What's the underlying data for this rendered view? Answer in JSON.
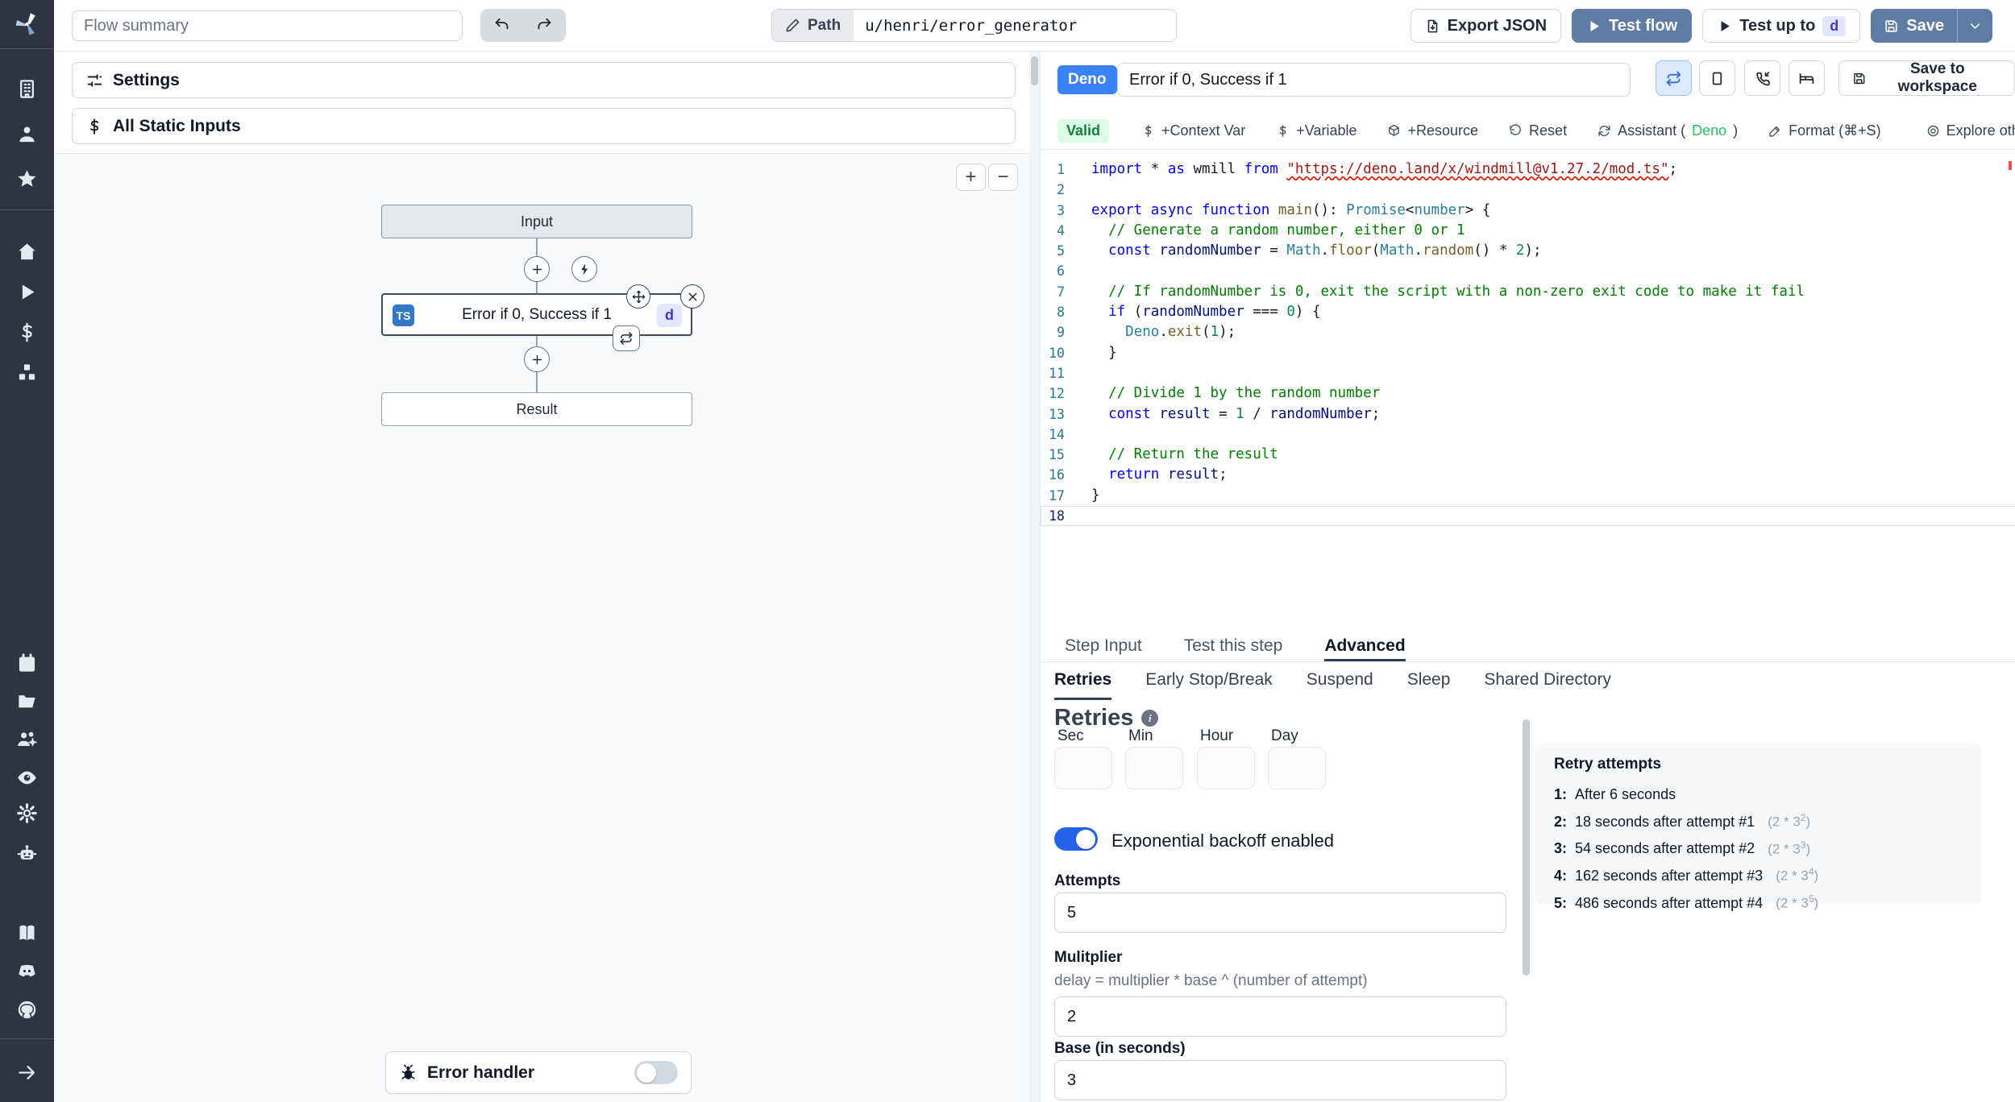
{
  "sidebar": {
    "icons": [
      "building",
      "user",
      "star",
      "home",
      "play",
      "dollar",
      "cubes",
      "calendar",
      "folder",
      "user-group",
      "eye",
      "gear",
      "robot",
      "book",
      "discord",
      "github",
      "arrow-right"
    ]
  },
  "topbar": {
    "flow_summary_placeholder": "Flow summary",
    "path_label": "Path",
    "path_value": "u/henri/error_generator",
    "export_json": "Export JSON",
    "test_flow": "Test flow",
    "test_up_to": "Test up to",
    "test_up_to_badge": "d",
    "save": "Save"
  },
  "left": {
    "settings_label": "Settings",
    "static_inputs_label": "All Static Inputs",
    "zoom_in": "+",
    "zoom_out": "−"
  },
  "flow": {
    "input_label": "Input",
    "step_lang": "TS",
    "step_title": "Error if 0, Success if 1",
    "step_badge": "d",
    "result_label": "Result",
    "error_handler_label": "Error handler"
  },
  "right": {
    "lang_badge": "Deno",
    "step_name": "Error if 0, Success if 1",
    "save_to_workspace": "Save to workspace",
    "valid": "Valid",
    "toolbar": {
      "items": [
        {
          "label": "+Context Var"
        },
        {
          "label": "+Variable"
        },
        {
          "label": "+Resource"
        },
        {
          "label": "Reset"
        },
        {
          "pre": "Assistant (",
          "accent": "Deno",
          "post": ")"
        },
        {
          "label": "Format (⌘+S)"
        },
        {
          "label": "Explore other s"
        }
      ]
    },
    "editor": {
      "lines": [
        [
          [
            "kw",
            "import"
          ],
          [
            "def",
            " * "
          ],
          [
            "kw",
            "as"
          ],
          [
            "def",
            " wmill "
          ],
          [
            "kw",
            "from"
          ],
          [
            "def",
            " "
          ],
          [
            "str sq",
            "\"https://deno.land/x/windmill@v1.27.2/mod.ts\""
          ],
          [
            "def",
            ";"
          ]
        ],
        [],
        [
          [
            "kw",
            "export"
          ],
          [
            "def",
            " "
          ],
          [
            "kw",
            "async"
          ],
          [
            "def",
            " "
          ],
          [
            "kw",
            "function"
          ],
          [
            "def",
            " "
          ],
          [
            "fn",
            "main"
          ],
          [
            "def",
            "(): "
          ],
          [
            "type",
            "Promise"
          ],
          [
            "def",
            "<"
          ],
          [
            "type",
            "number"
          ],
          [
            "def",
            "> {"
          ]
        ],
        [
          [
            "def",
            "  "
          ],
          [
            "com",
            "// Generate a random number, either 0 or 1"
          ]
        ],
        [
          [
            "def",
            "  "
          ],
          [
            "kw",
            "const"
          ],
          [
            "def",
            " "
          ],
          [
            "var",
            "randomNumber"
          ],
          [
            "def",
            " = "
          ],
          [
            "type",
            "Math"
          ],
          [
            "def",
            "."
          ],
          [
            "fn",
            "floor"
          ],
          [
            "def",
            "("
          ],
          [
            "type",
            "Math"
          ],
          [
            "def",
            "."
          ],
          [
            "fn",
            "random"
          ],
          [
            "def",
            "() * "
          ],
          [
            "num",
            "2"
          ],
          [
            "def",
            ");"
          ]
        ],
        [],
        [
          [
            "def",
            "  "
          ],
          [
            "com",
            "// If randomNumber is 0, exit the script with a non-zero exit code to make it fail"
          ]
        ],
        [
          [
            "def",
            "  "
          ],
          [
            "kw",
            "if"
          ],
          [
            "def",
            " ("
          ],
          [
            "var",
            "randomNumber"
          ],
          [
            "def",
            " === "
          ],
          [
            "num",
            "0"
          ],
          [
            "def",
            ") {"
          ]
        ],
        [
          [
            "def",
            "    "
          ],
          [
            "type",
            "Deno"
          ],
          [
            "def",
            "."
          ],
          [
            "fn",
            "exit"
          ],
          [
            "def",
            "("
          ],
          [
            "num",
            "1"
          ],
          [
            "def",
            ");"
          ]
        ],
        [
          [
            "def",
            "  }"
          ]
        ],
        [],
        [
          [
            "def",
            "  "
          ],
          [
            "com",
            "// Divide 1 by the random number"
          ]
        ],
        [
          [
            "def",
            "  "
          ],
          [
            "kw",
            "const"
          ],
          [
            "def",
            " "
          ],
          [
            "var",
            "result"
          ],
          [
            "def",
            " = "
          ],
          [
            "num",
            "1"
          ],
          [
            "def",
            " / "
          ],
          [
            "var",
            "randomNumber"
          ],
          [
            "def",
            ";"
          ]
        ],
        [],
        [
          [
            "def",
            "  "
          ],
          [
            "com",
            "// Return the result"
          ]
        ],
        [
          [
            "def",
            "  "
          ],
          [
            "kw",
            "return"
          ],
          [
            "def",
            " "
          ],
          [
            "var",
            "result"
          ],
          [
            "def",
            ";"
          ]
        ],
        [
          [
            "def",
            "}"
          ]
        ],
        []
      ]
    },
    "tabs": [
      "Step Input",
      "Test this step",
      "Advanced"
    ],
    "subtabs": [
      "Retries",
      "Early Stop/Break",
      "Suspend",
      "Sleep",
      "Shared Directory"
    ],
    "retries": {
      "title": "Retries",
      "time_labels": [
        "Sec",
        "Min",
        "Hour",
        "Day"
      ],
      "backoff_label": "Exponential backoff enabled",
      "attempts_label": "Attempts",
      "attempts_value": "5",
      "multiplier_label": "Mulitplier",
      "multiplier_help": "delay = multiplier * base ^ (number of attempt)",
      "multiplier_value": "2",
      "base_label": "Base (in seconds)",
      "base_value": "3"
    },
    "retry_box": {
      "title": "Retry attempts",
      "items": [
        {
          "n": "1:",
          "text": "After 6 seconds"
        },
        {
          "n": "2:",
          "text": "18 seconds after attempt #1",
          "fbase": "(2 * 3",
          "fexp": "2",
          "fclose": ")"
        },
        {
          "n": "3:",
          "text": "54 seconds after attempt #2",
          "fbase": "(2 * 3",
          "fexp": "3",
          "fclose": ")"
        },
        {
          "n": "4:",
          "text": "162 seconds after attempt #3",
          "fbase": "(2 * 3",
          "fexp": "4",
          "fclose": ")"
        },
        {
          "n": "5:",
          "text": "486 seconds after attempt #4",
          "fbase": "(2 * 3",
          "fexp": "5",
          "fclose": ")"
        }
      ]
    }
  },
  "colors": {
    "primary_button": "#5f7da4",
    "deno_badge": "#3b82f6",
    "toggle_on": "#2563eb",
    "valid_bg": "#dcfce7",
    "valid_text": "#15803d",
    "badge_indigo_bg": "#e0e7ff",
    "badge_indigo_text": "#4338ca",
    "sidebar_bg": "#2e3542",
    "canvas_bg": "#f8fafc"
  }
}
